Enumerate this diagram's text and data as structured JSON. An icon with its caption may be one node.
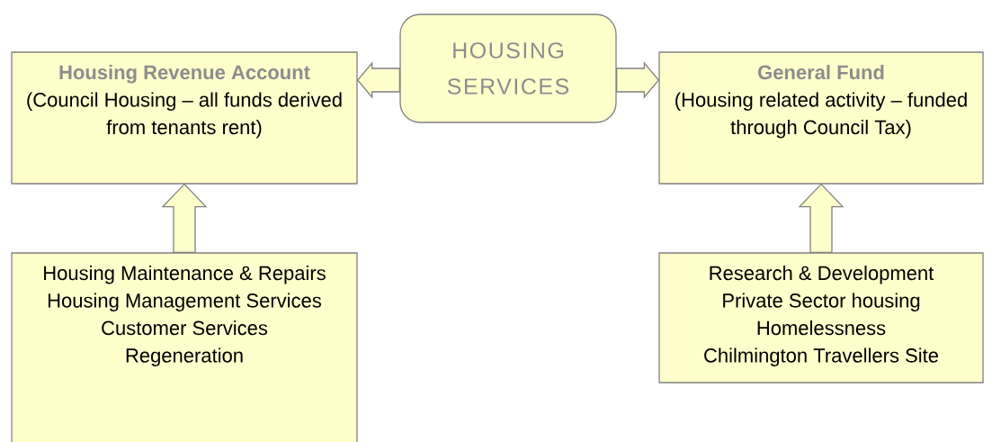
{
  "diagram": {
    "nodes": [
      {
        "text": [
          "HOUSING SERVICES"
        ]
      },
      {
        "text": [
          "Housing Revenue Account",
          "(Council Housing – all funds derived from tenants rent)"
        ]
      },
      {
        "text": [
          "General Fund",
          "(Housing related activity – funded through Council Tax)"
        ]
      },
      {
        "text": [
          "Housing Maintenance & Repairs",
          "Housing Management Services",
          "Customer Services",
          "Regeneration"
        ]
      },
      {
        "text": [
          "Research & Development",
          "Private Sector housing",
          "Homelessness",
          "Chilmington Travellers Site"
        ]
      }
    ],
    "edges": [
      {
        "from": 0,
        "to": 1,
        "arrow": "to"
      },
      {
        "from": 0,
        "to": 2,
        "arrow": "to"
      },
      {
        "from": 3,
        "to": 1,
        "arrow": "to"
      },
      {
        "from": 4,
        "to": 2,
        "arrow": "to"
      }
    ]
  }
}
